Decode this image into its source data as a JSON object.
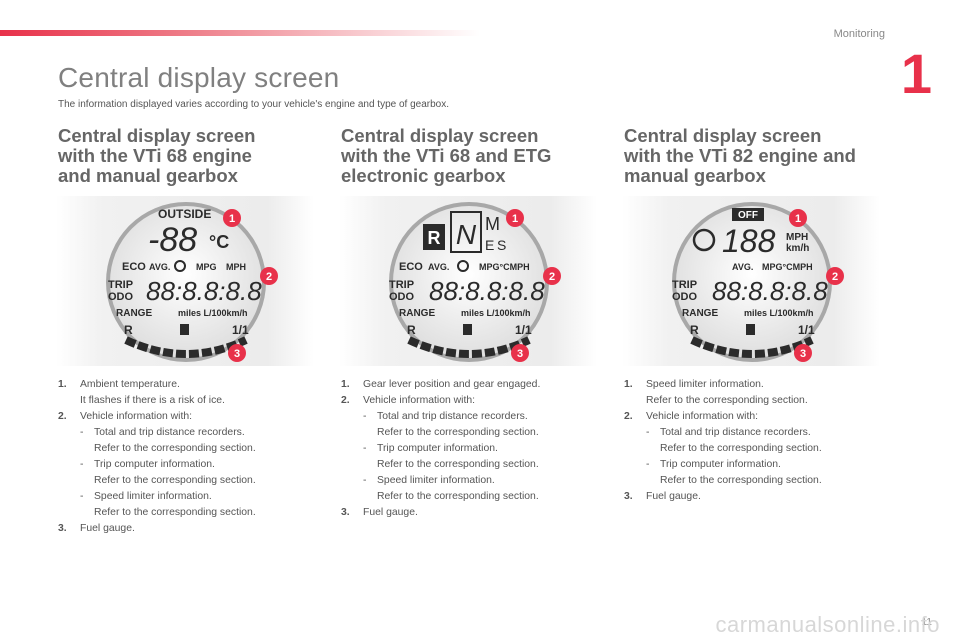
{
  "header": {
    "section": "Monitoring",
    "chapter": "1"
  },
  "title": "Central display screen",
  "intro": "The information displayed varies according to your vehicle's engine and type of gearbox.",
  "columns": [
    {
      "heading": [
        "Central display screen",
        "with the VTi 68 engine",
        "and manual gearbox"
      ],
      "display": {
        "outside": "OUTSIDE",
        "temp": "-88",
        "unit": "°C",
        "eco": "ECO",
        "avg": "AVG.",
        "mpg": "MPG",
        "mph": "MPH",
        "trip": "TRIP",
        "odo": "ODO",
        "digits": "88:8.8:8.8",
        "range": "RANGE",
        "units": "miles L/100km/h",
        "r": "R",
        "fraction": "1/1"
      },
      "markers": [
        "1",
        "2",
        "3"
      ],
      "desc": {
        "i1": "1.",
        "i1_text": "Ambient temperature.",
        "i1_sub": "It flashes if there is a risk of ice.",
        "i2": "2.",
        "i2_text": "Vehicle information with:",
        "s1": "Total and trip distance recorders.",
        "s1_ref": "Refer to the corresponding section.",
        "s2": "Trip computer information.",
        "s2_ref": "Refer to the corresponding section.",
        "s3": "Speed limiter information.",
        "s3_ref": "Refer to the corresponding section.",
        "i3": "3.",
        "i3_text": "Fuel gauge."
      }
    },
    {
      "heading": [
        "Central display screen",
        "with the VTi 68 and ETG",
        "electronic gearbox"
      ],
      "display": {
        "gear_r": "R",
        "gear_n": "N",
        "gear_m": "M",
        "gear_e": "E",
        "gear_s": "S",
        "eco": "ECO",
        "avg": "AVG.",
        "mpg": "MPG°CMPH",
        "trip": "TRIP",
        "odo": "ODO",
        "digits": "88:8.8:8.8",
        "range": "RANGE",
        "units": "miles L/100km/h",
        "r": "R",
        "fraction": "1/1"
      },
      "markers": [
        "1",
        "2",
        "3"
      ],
      "desc": {
        "i1": "1.",
        "i1_text": "Gear lever position and gear engaged.",
        "i2": "2.",
        "i2_text": "Vehicle information with:",
        "s1": "Total and trip distance recorders.",
        "s1_ref": "Refer to the corresponding section.",
        "s2": "Trip computer information.",
        "s2_ref": "Refer to the corresponding section.",
        "s3": "Speed limiter information.",
        "s3_ref": "Refer to the corresponding section.",
        "i3": "3.",
        "i3_text": "Fuel gauge."
      }
    },
    {
      "heading": [
        "Central display screen",
        "with the VTi 82 engine and",
        "manual gearbox"
      ],
      "display": {
        "off": "OFF",
        "speed": "188",
        "mph": "MPH",
        "kmh": "km/h",
        "avg": "AVG.",
        "mpg": "MPG°CMPH",
        "trip": "TRIP",
        "odo": "ODO",
        "digits": "88:8.8:8.8",
        "range": "RANGE",
        "units": "miles L/100km/h",
        "r": "R",
        "fraction": "1/1"
      },
      "markers": [
        "1",
        "2",
        "3"
      ],
      "desc": {
        "i1": "1.",
        "i1_text": "Speed limiter information.",
        "i1_ref": "Refer to the corresponding section.",
        "i2": "2.",
        "i2_text": "Vehicle information with:",
        "s1": "Total and trip distance recorders.",
        "s1_ref": "Refer to the corresponding section.",
        "s2": "Trip computer information.",
        "s2_ref": "Refer to the corresponding section.",
        "i3": "3.",
        "i3_text": "Fuel gauge."
      }
    }
  ],
  "page_number": "11",
  "watermark": "carmanualsonline.info",
  "colors": {
    "accent": "#e8314a",
    "title": "#808080",
    "body": "#555555"
  }
}
